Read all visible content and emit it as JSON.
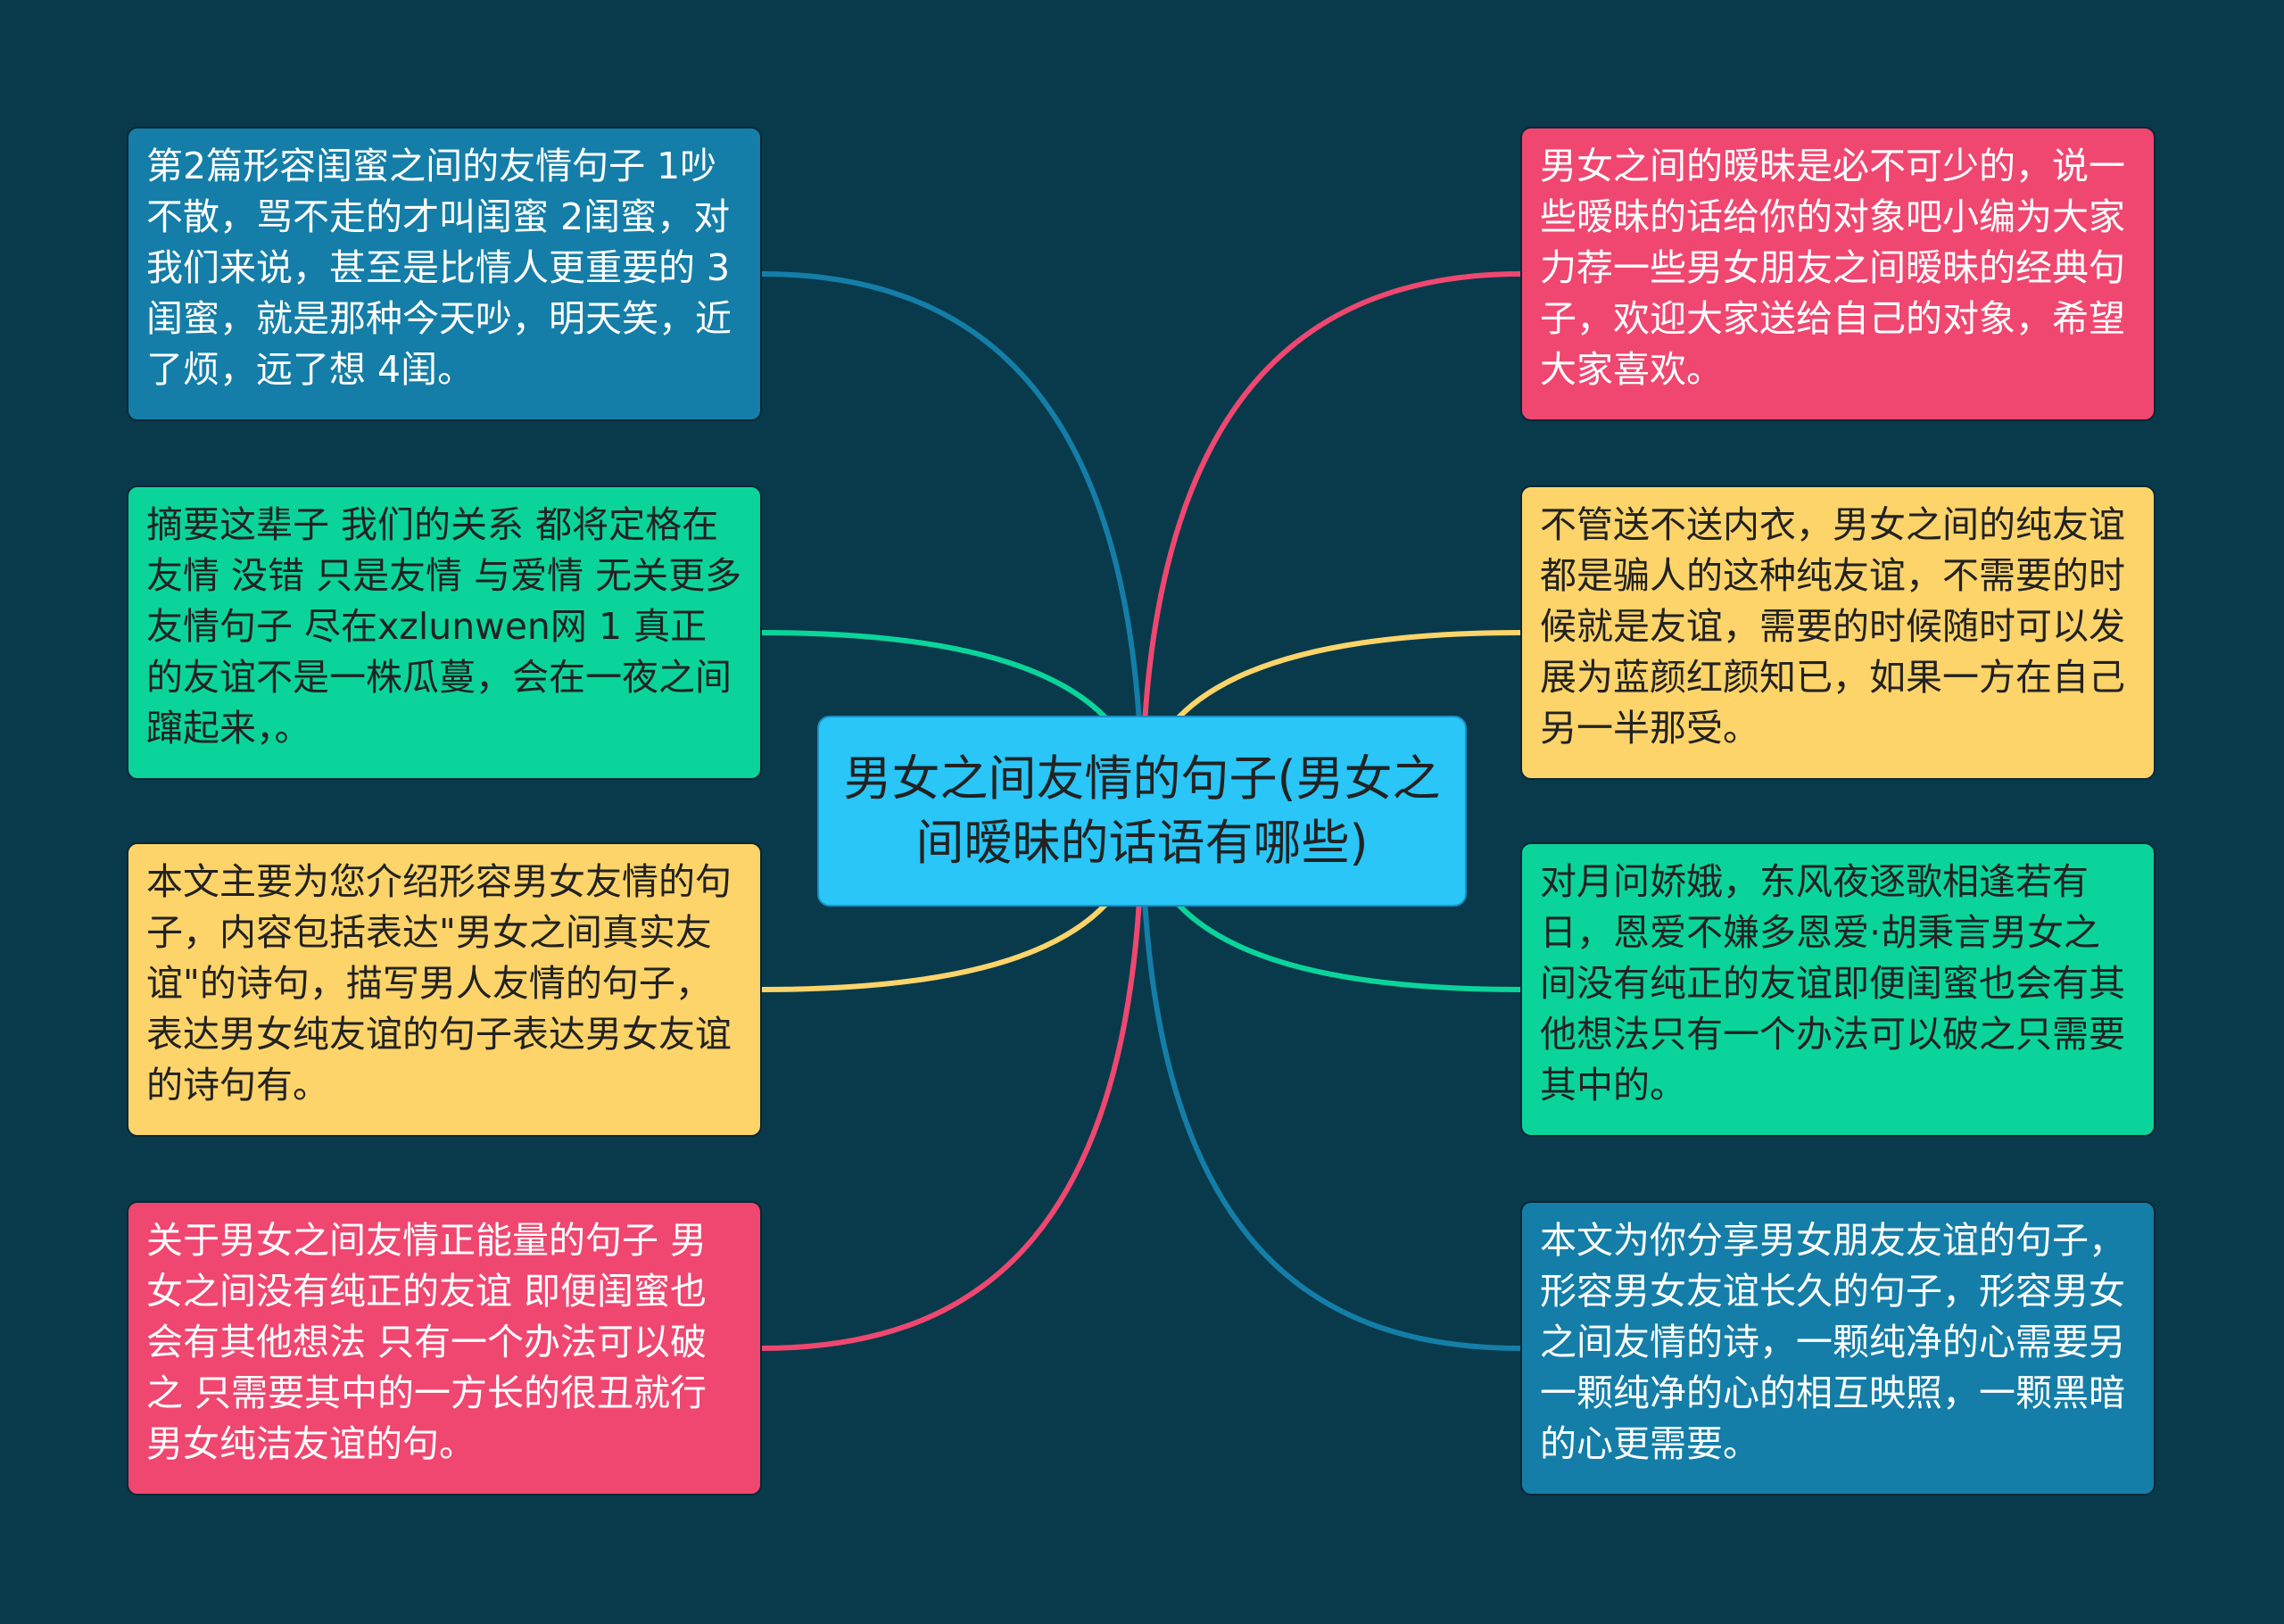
{
  "colors": {
    "background": "#083a4b",
    "blue": "#147ea8",
    "green": "#0bd49b",
    "yellow": "#fdd46a",
    "red": "#ef4770",
    "center": "#29c6f7",
    "text_light": "#ffffff",
    "text_dark": "#222222"
  },
  "center": {
    "text": "男女之间友情的句子(男女之间暧昧的话语有哪些)",
    "color": "center"
  },
  "left_nodes": [
    {
      "text": "第2篇形容闺蜜之间的友情句子 1吵不散，骂不走的才叫闺蜜 2闺蜜，对我们来说，甚至是比情人更重要的 3闺蜜，就是那种今天吵，明天笑，近了烦，远了想 4闺。",
      "color": "blue",
      "line": "blue"
    },
    {
      "text": "摘要这辈子 我们的关系 都将定格在友情 没错 只是友情 与爱情 无关更多 友情句子 尽在xzlunwen网 1 真正的友谊不是一株瓜蔓，会在一夜之间蹿起来，。",
      "color": "green",
      "line": "green"
    },
    {
      "text": "本文主要为您介绍形容男女友情的句子，内容包括表达\"男女之间真实友谊\"的诗句，描写男人友情的句子，表达男女纯友谊的句子表达男女友谊的诗句有。",
      "color": "yellow",
      "line": "yellow"
    },
    {
      "text": "关于男女之间友情正能量的句子 男女之间没有纯正的友谊 即便闺蜜也会有其他想法 只有一个办法可以破之 只需要其中的一方长的很丑就行 男女纯洁友谊的句。",
      "color": "red",
      "line": "red"
    }
  ],
  "right_nodes": [
    {
      "text": "男女之间的暧昧是必不可少的，说一些暧昧的话给你的对象吧小编为大家力荐一些男女朋友之间暧昧的经典句子，欢迎大家送给自己的对象，希望大家喜欢。",
      "color": "red",
      "line": "red"
    },
    {
      "text": "不管送不送内衣，男女之间的纯友谊都是骗人的这种纯友谊，不需要的时候就是友谊，需要的时候随时可以发展为蓝颜红颜知已，如果一方在自己另一半那受。",
      "color": "yellow",
      "line": "yellow"
    },
    {
      "text": "对月问娇娥，东风夜逐歌相逢若有日，恩爱不嫌多恩爱·胡秉言男女之间没有纯正的友谊即便闺蜜也会有其他想法只有一个办法可以破之只需要其中的。",
      "color": "green",
      "line": "green"
    },
    {
      "text": "本文为你分享男女朋友友谊的句子，形容男女友谊长久的句子，形容男女之间友情的诗，一颗纯净的心需要另一颗纯净的心的相互映照，一颗黑暗的心更需要。",
      "color": "blue",
      "line": "blue"
    }
  ]
}
